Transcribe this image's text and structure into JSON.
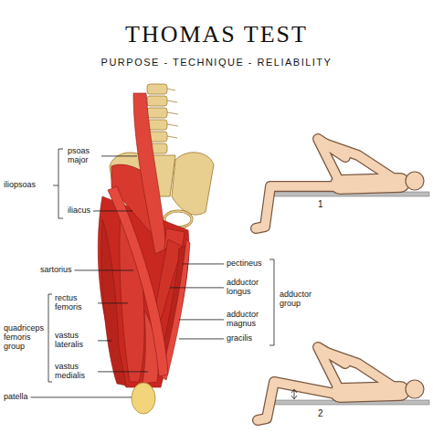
{
  "diagram": {
    "title": "THOMAS TEST",
    "labels": [
      "PURPOSE - TECHNIQUE - RELIABILITY",
      "psoas major",
      "iliacus",
      "iliopsoas",
      "sartorius",
      "rectus femoris",
      "vastus lateralis",
      "vastus medialis",
      "quadriceps femoris group",
      "patella",
      "pectineus",
      "adductor longus",
      "adductor magnus",
      "gracilis",
      "adductor group",
      "1",
      "2"
    ]
  }
}
